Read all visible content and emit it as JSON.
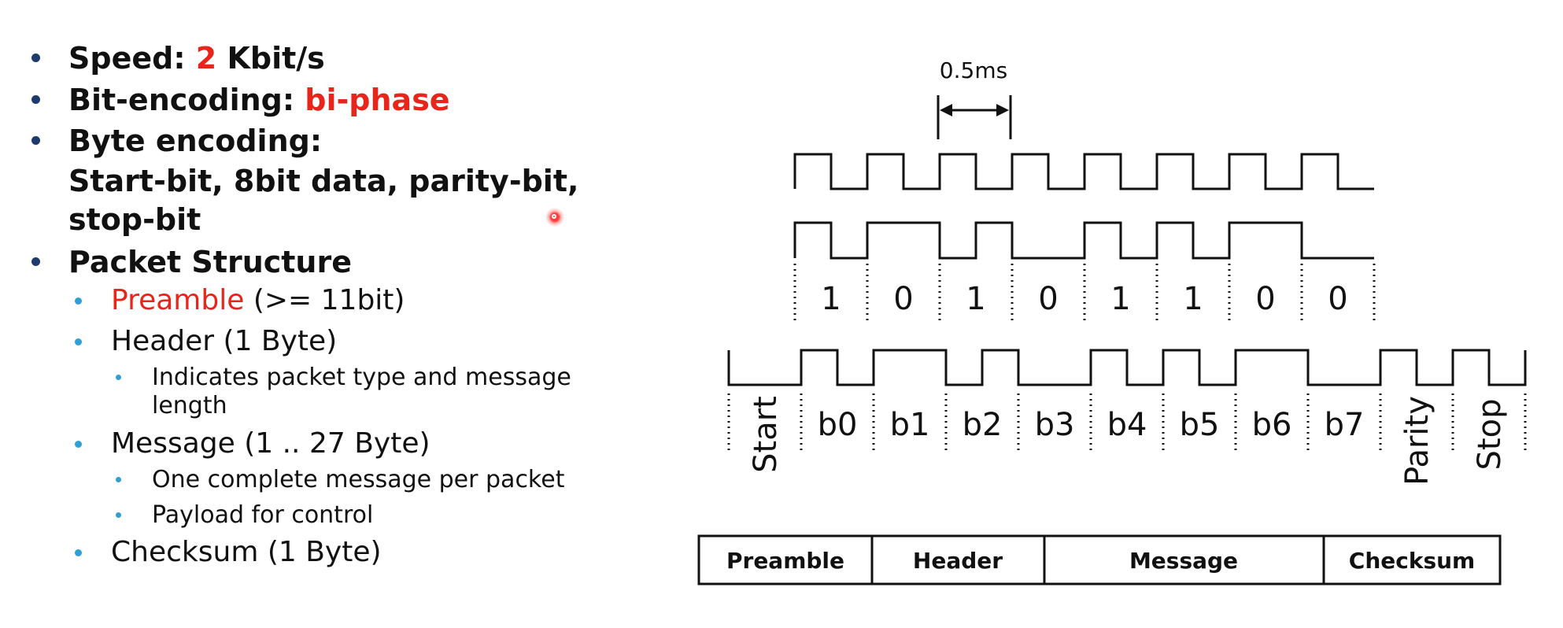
{
  "bullets": {
    "speed": {
      "label": "Speed:",
      "value": "2",
      "unit": "Kbit/s"
    },
    "bit_encoding": {
      "label": "Bit-encoding:",
      "value": "bi-phase"
    },
    "byte_encoding": {
      "label": "Byte encoding:",
      "line2": "Start-bit, 8bit data, parity-bit,",
      "line3": "stop-bit"
    },
    "packet_structure": {
      "label": "Packet Structure",
      "preamble": {
        "name": "Preamble",
        "detail": "(>= 11bit)"
      },
      "header": {
        "text": "Header (1 Byte)",
        "sub_line1": "Indicates packet type and message",
        "sub_line2": "length"
      },
      "message": {
        "text": "Message (1 .. 27 Byte)",
        "sub1": "One complete message per packet",
        "sub2": "Payload for control"
      },
      "checksum": {
        "text": "Checksum (1 Byte)"
      }
    }
  },
  "diagram": {
    "period_label": "0.5ms",
    "bit_values": [
      "1",
      "0",
      "1",
      "0",
      "1",
      "1",
      "0",
      "0"
    ],
    "byte_fields": [
      "Start",
      "b0",
      "b1",
      "b2",
      "b3",
      "b4",
      "b5",
      "b6",
      "b7",
      "Parity",
      "Stop"
    ],
    "packet_segments": [
      "Preamble",
      "Header",
      "Message",
      "Checksum"
    ]
  },
  "colors": {
    "accent_red": "#e8251a",
    "bullet_dark": "#1f3a6e",
    "bullet_light": "#2f9fd6"
  }
}
